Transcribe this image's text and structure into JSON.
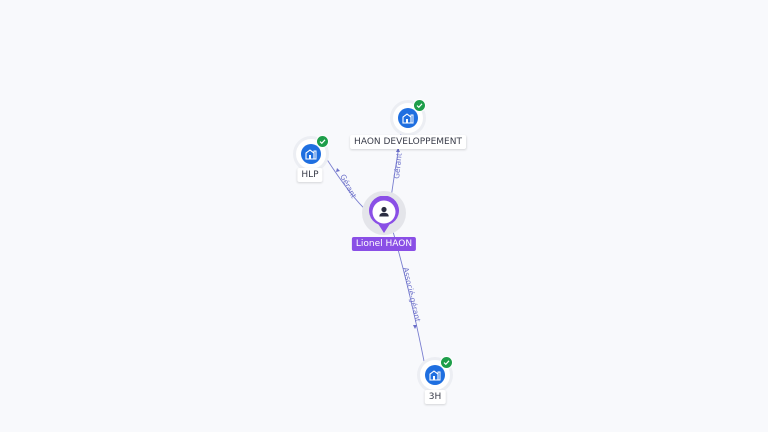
{
  "graph": {
    "person": {
      "name": "Lionel HAON",
      "icon": "person-icon",
      "color": "#8a4fe6"
    },
    "companies": [
      {
        "id": "haon-dev",
        "name": "HAON DEVELOPPEMENT",
        "icon": "building-icon",
        "verified": true
      },
      {
        "id": "hlp",
        "name": "HLP",
        "icon": "building-icon",
        "verified": true
      },
      {
        "id": "3h",
        "name": "3H",
        "icon": "building-icon",
        "verified": true
      }
    ],
    "relations": [
      {
        "from": "person",
        "to": "haon-dev",
        "label": "Gérant"
      },
      {
        "from": "person",
        "to": "hlp",
        "label": "Gérant"
      },
      {
        "from": "person",
        "to": "3h",
        "label": "Associé-gérant"
      }
    ],
    "colors": {
      "company": "#1f6fe0",
      "verified_badge": "#1e9e4a",
      "edge": "#6b6fc9"
    }
  }
}
